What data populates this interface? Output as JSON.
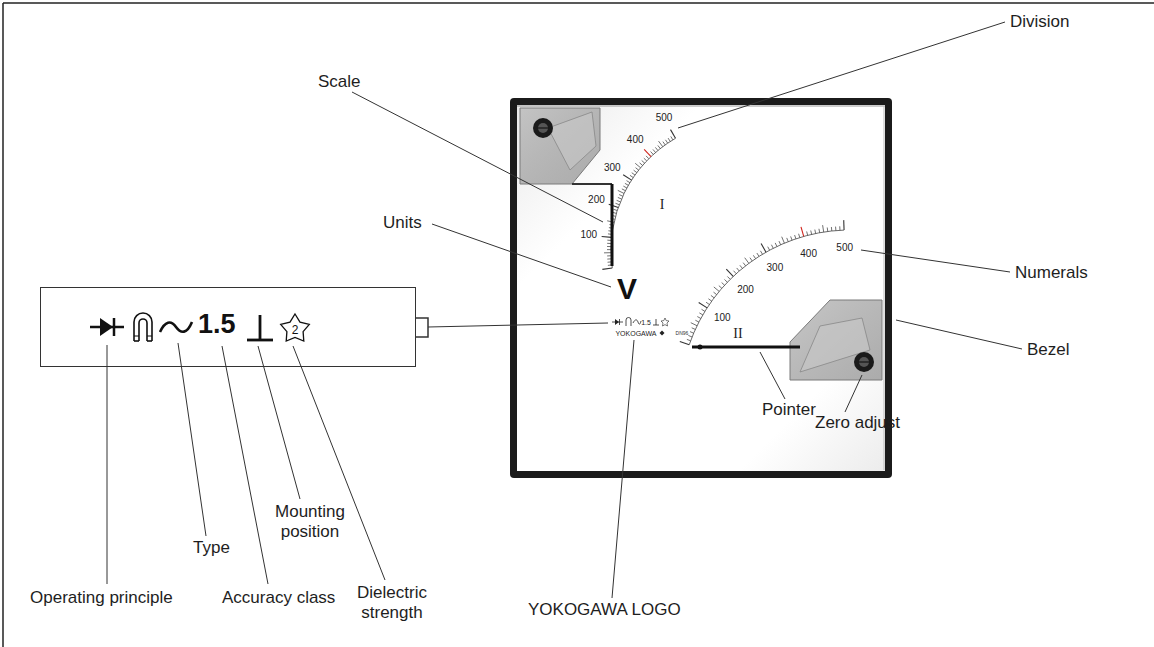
{
  "diagram": {
    "nodes": [
      {
        "text": [
          "1.5"
        ]
      },
      {
        "text": [
          "2"
        ],
        "in": 0
      }
    ],
    "labels": [
      "Scale",
      "Division",
      "Units",
      "Numerals",
      "Bezel",
      "Pointer",
      "Zero adjust",
      "YOKOGAWA LOGO",
      "Operating principle",
      "Type",
      "Accuracy class",
      "Mounting position",
      "Dielectric strength",
      "100",
      "200",
      "300",
      "400",
      "500",
      "I",
      "100",
      "200",
      "300",
      "400",
      "500",
      "II",
      "V",
      "1.5",
      "YOKOGAWA",
      "DN96"
    ]
  }
}
